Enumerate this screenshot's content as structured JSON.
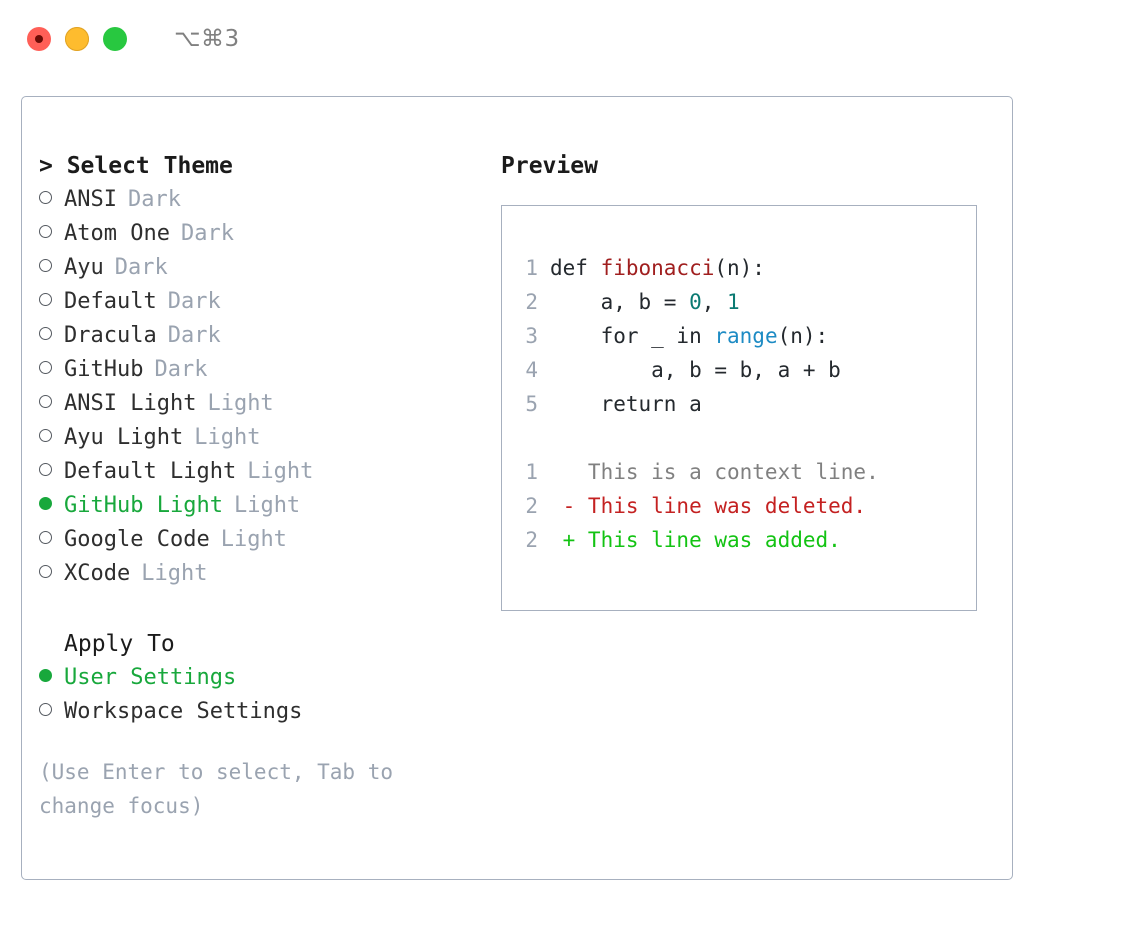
{
  "titlebar": {
    "shortcut": "⌥⌘3",
    "lights": [
      {
        "name": "close",
        "color": "#ff5f57"
      },
      {
        "name": "minimize",
        "color": "#febc2e"
      },
      {
        "name": "zoom",
        "color": "#28c840"
      }
    ]
  },
  "theme_section": {
    "heading": "> Select Theme",
    "options": [
      {
        "label": "ANSI",
        "badge": "Dark",
        "selected": false
      },
      {
        "label": "Atom One",
        "badge": "Dark",
        "selected": false
      },
      {
        "label": "Ayu",
        "badge": "Dark",
        "selected": false
      },
      {
        "label": "Default",
        "badge": "Dark",
        "selected": false
      },
      {
        "label": "Dracula",
        "badge": "Dark",
        "selected": false
      },
      {
        "label": "GitHub",
        "badge": "Dark",
        "selected": false
      },
      {
        "label": "ANSI Light",
        "badge": "Light",
        "selected": false
      },
      {
        "label": "Ayu Light",
        "badge": "Light",
        "selected": false
      },
      {
        "label": "Default Light",
        "badge": "Light",
        "selected": false
      },
      {
        "label": "GitHub Light",
        "badge": "Light",
        "selected": true
      },
      {
        "label": "Google Code",
        "badge": "Light",
        "selected": false
      },
      {
        "label": "XCode",
        "badge": "Light",
        "selected": false
      }
    ]
  },
  "apply_section": {
    "heading": "Apply To",
    "options": [
      {
        "label": "User Settings",
        "selected": true
      },
      {
        "label": "Workspace Settings",
        "selected": false
      }
    ]
  },
  "hint": "(Use Enter to select, Tab to change focus)",
  "preview": {
    "heading": "Preview",
    "code_lines": [
      {
        "ln": "1",
        "tokens": [
          {
            "t": "def ",
            "c": "plain"
          },
          {
            "t": "fibonacci",
            "c": "fn"
          },
          {
            "t": "(n):",
            "c": "plain"
          }
        ]
      },
      {
        "ln": "2",
        "tokens": [
          {
            "t": "    a, b = ",
            "c": "plain"
          },
          {
            "t": "0",
            "c": "num"
          },
          {
            "t": ", ",
            "c": "plain"
          },
          {
            "t": "1",
            "c": "num"
          }
        ]
      },
      {
        "ln": "3",
        "tokens": [
          {
            "t": "    for _ in ",
            "c": "plain"
          },
          {
            "t": "range",
            "c": "builtin"
          },
          {
            "t": "(n):",
            "c": "plain"
          }
        ]
      },
      {
        "ln": "4",
        "tokens": [
          {
            "t": "        a, b = b, a + b",
            "c": "plain"
          }
        ]
      },
      {
        "ln": "5",
        "tokens": [
          {
            "t": "    return a",
            "c": "plain"
          }
        ]
      }
    ],
    "diff_lines": [
      {
        "ln": "1",
        "tokens": [
          {
            "t": "   This is a context line.",
            "c": "ctx"
          }
        ]
      },
      {
        "ln": "2",
        "tokens": [
          {
            "t": " - This line was deleted.",
            "c": "del"
          }
        ]
      },
      {
        "ln": "2",
        "tokens": [
          {
            "t": " + This line was added.",
            "c": "add"
          }
        ]
      }
    ]
  },
  "colors": {
    "accent_green": "#18a83c",
    "badge_gray": "#9aa3b0",
    "border": "#a7b0bf",
    "fn_red": "#a01f1f",
    "number_teal": "#0b7a72",
    "builtin_blue": "#1d8bc4",
    "diff_del": "#c42121",
    "diff_add": "#13c313"
  }
}
